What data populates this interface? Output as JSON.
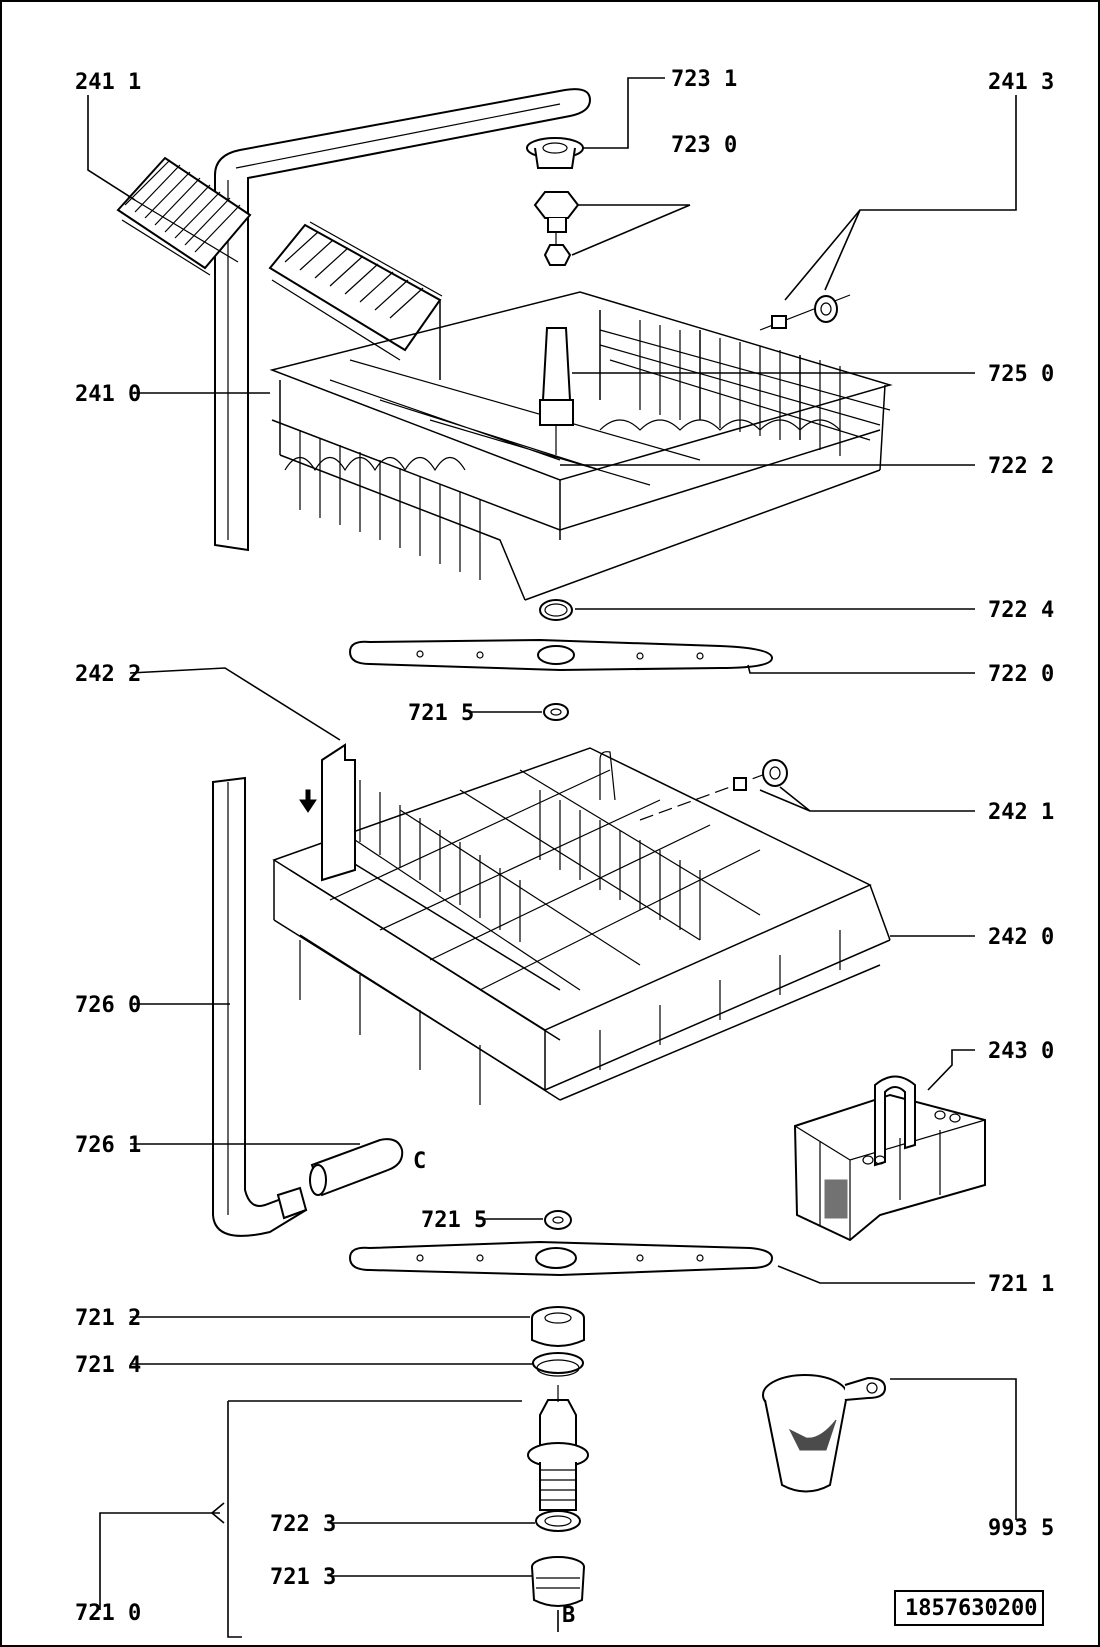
{
  "diagram": {
    "drawing_number": "1857630200",
    "callouts": [
      {
        "id": "c2411",
        "text": "241 1"
      },
      {
        "id": "c7231",
        "text": "723 1"
      },
      {
        "id": "c2413",
        "text": "241 3"
      },
      {
        "id": "c7230",
        "text": "723 0"
      },
      {
        "id": "c2410",
        "text": "241 0"
      },
      {
        "id": "c7250",
        "text": "725 0"
      },
      {
        "id": "c7222",
        "text": "722 2"
      },
      {
        "id": "c7224",
        "text": "722 4"
      },
      {
        "id": "c2422",
        "text": "242 2"
      },
      {
        "id": "c7220",
        "text": "722 0"
      },
      {
        "id": "c7215a",
        "text": "721 5"
      },
      {
        "id": "c2421",
        "text": "242 1"
      },
      {
        "id": "c2420",
        "text": "242 0"
      },
      {
        "id": "c7260",
        "text": "726 0"
      },
      {
        "id": "c2430",
        "text": "243 0"
      },
      {
        "id": "c7261",
        "text": "726 1"
      },
      {
        "id": "cC",
        "text": "C"
      },
      {
        "id": "c7215b",
        "text": "721 5"
      },
      {
        "id": "c7211",
        "text": "721 1"
      },
      {
        "id": "c7212",
        "text": "721 2"
      },
      {
        "id": "c7214",
        "text": "721 4"
      },
      {
        "id": "c7223",
        "text": "722 3"
      },
      {
        "id": "c9935",
        "text": "993 5"
      },
      {
        "id": "c7213",
        "text": "721 3"
      },
      {
        "id": "c7210",
        "text": "721 0"
      },
      {
        "id": "cB",
        "text": "B"
      }
    ]
  }
}
